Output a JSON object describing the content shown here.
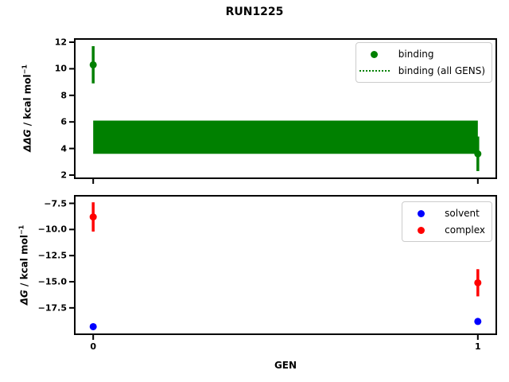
{
  "title": "RUN1225",
  "xlabel": "GEN",
  "colors": {
    "binding": "#008000",
    "solvent": "#0000ff",
    "complex": "#ff0000",
    "axis": "#000000",
    "legend_border": "#cccccc",
    "background": "#ffffff"
  },
  "chart_data": [
    {
      "type": "scatter",
      "id": "ddg",
      "ylabel": "ΔΔG / kcal mol−1",
      "ylabel_math": "ΔΔG",
      "ylabel_mid": " / kcal mol",
      "ylabel_sup": "−1",
      "xlim": [
        -0.05,
        1.05
      ],
      "ylim": [
        1.7,
        12.3
      ],
      "yticks": [
        12,
        10,
        8,
        6,
        4,
        2
      ],
      "ytick_labels": [
        "12",
        "10",
        "8",
        "6",
        "4",
        "2"
      ],
      "xticks": [
        0,
        1
      ],
      "xtick_labels": [
        "",
        ""
      ],
      "grid": false,
      "legend_position": "upper right",
      "series": [
        {
          "name": "binding",
          "color": "#008000",
          "marker": "circle",
          "x": [
            0,
            1
          ],
          "y": [
            10.3,
            3.6
          ],
          "yerr": [
            1.4,
            1.3
          ]
        }
      ],
      "band": {
        "name": "binding (all GENS)",
        "color": "#008000",
        "x0": 0,
        "x1": 1,
        "ylow": 3.6,
        "yhigh": 6.1
      },
      "legend": [
        {
          "label": "binding",
          "glyph": "dot",
          "color": "#008000"
        },
        {
          "label": "binding (all GENS)",
          "glyph": "dotted-line",
          "color": "#008000"
        }
      ]
    },
    {
      "type": "scatter",
      "id": "dg",
      "ylabel": "ΔG / kcal mol−1",
      "ylabel_math": "ΔG",
      "ylabel_mid": " / kcal mol",
      "ylabel_sup": "−1",
      "xlim": [
        -0.05,
        1.05
      ],
      "ylim": [
        -20.1,
        -6.7
      ],
      "yticks": [
        -7.5,
        -10.0,
        -12.5,
        -15.0,
        -17.5
      ],
      "ytick_labels": [
        "−7.5",
        "−10.0",
        "−12.5",
        "−15.0",
        "−17.5"
      ],
      "xticks": [
        0,
        1
      ],
      "xtick_labels": [
        "0",
        "1"
      ],
      "grid": false,
      "legend_position": "upper right",
      "series": [
        {
          "name": "solvent",
          "color": "#0000ff",
          "marker": "circle",
          "x": [
            0,
            1
          ],
          "y": [
            -19.3,
            -18.8
          ],
          "yerr": [
            0,
            0
          ]
        },
        {
          "name": "complex",
          "color": "#ff0000",
          "marker": "circle",
          "x": [
            0,
            1
          ],
          "y": [
            -8.8,
            -15.1
          ],
          "yerr": [
            1.4,
            1.3
          ]
        }
      ],
      "legend": [
        {
          "label": "solvent",
          "glyph": "dot",
          "color": "#0000ff"
        },
        {
          "label": "complex",
          "glyph": "dot",
          "color": "#ff0000"
        }
      ]
    }
  ]
}
